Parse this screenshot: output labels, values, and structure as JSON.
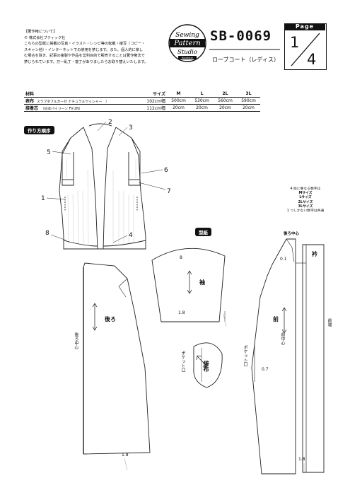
{
  "copyright": {
    "lines": [
      "【著作権について】",
      "© 株式会社ブティック社",
      "こちらの型紙に掲載の写真・イラスト・レシピ等の転載・複写（コピー・",
      "スキャン他）・インターネットでの使用を禁じます。また、個人的に楽し",
      "む場合を除き、記事の複製や作品を営利目的で販売することは著作権法で",
      "禁じられています。万一乱丁・落丁がありましたらお取り替えいたします。"
    ]
  },
  "logo": {
    "line1": "Sewing",
    "line2": "Pattern",
    "line3": "Studio",
    "tag": "Boutique"
  },
  "header": {
    "code": "SB-0069",
    "subtitle": "ローブコート（レディス）",
    "page_label": "Page",
    "page_num": "1",
    "page_total": "4"
  },
  "materials": {
    "header": [
      "材料",
      "サイズ",
      "M",
      "L",
      "2L",
      "3L"
    ],
    "rows": [
      {
        "name": "表布",
        "detail": "スラブダブルガーゼ ナチュラルウッシャー　）",
        "width": "102cm幅",
        "vals": [
          "500cm",
          "530cm",
          "560cm",
          "590cm"
        ]
      },
      {
        "name": "接着芯",
        "detail": "（日本バイリーン FV-2N）",
        "width": "112cm幅",
        "vals": [
          "20cm",
          "20cm",
          "20cm",
          "20cm"
        ]
      }
    ]
  },
  "order": {
    "label": "作り方順序",
    "steps": [
      "2",
      "3",
      "5",
      "6",
      "7",
      "1",
      "8",
      "4"
    ]
  },
  "pattern": {
    "label": "型紙"
  },
  "notes": {
    "lines": [
      "4 段に重なる数字は",
      "Mサイズ",
      "Lサイズ",
      "2Lサイズ",
      "3Lサイズ",
      "1 つしかない数字は共通"
    ]
  },
  "pieces": {
    "back": "後ろ",
    "back_center": "後ろ中心",
    "sleeve": "袖",
    "sleeve_8": "8",
    "sleeve_18": "1.8",
    "front": "前",
    "front_center": "前中心",
    "collar": "衿",
    "back_center_top": "後ろ中心",
    "front_edge": "前端",
    "pocket": "袋布",
    "pocket_mouth": "ポケット口",
    "front_pocket_mouth": "ポケット口",
    "m01": "0.1",
    "m07": "0.7",
    "back_18": "1.8",
    "front_18": "1.8"
  }
}
